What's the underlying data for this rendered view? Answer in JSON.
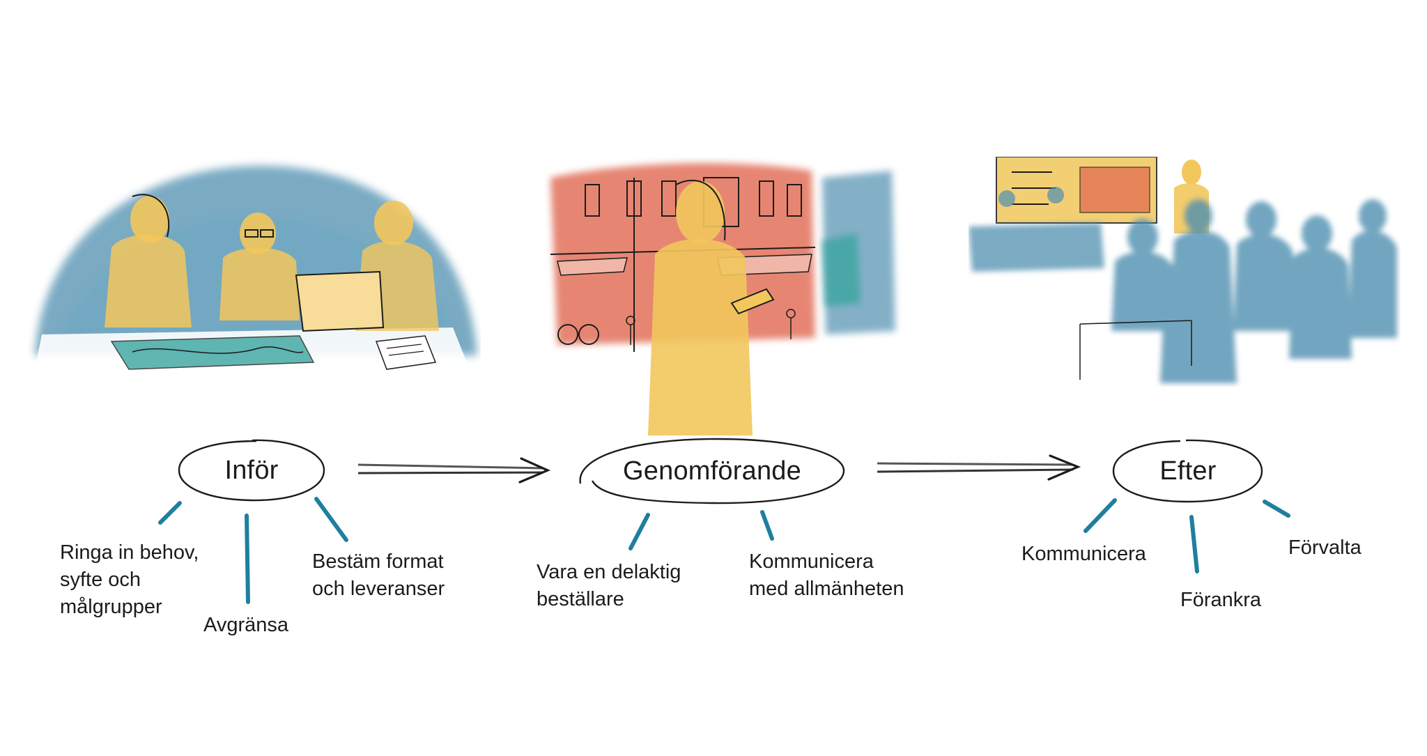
{
  "phases": [
    {
      "name": "Inför",
      "items": [
        "Ringa in behov,\nsyfte och\nmålgrupper",
        "Avgränsa",
        "Bestäm format\noch leveranser"
      ]
    },
    {
      "name": "Genomförande",
      "items": [
        "Vara en delaktig\nbeställare",
        "Kommunicera\nmed allmänheten"
      ]
    },
    {
      "name": "Efter",
      "items": [
        "Kommunicera",
        "Förankra",
        "Förvalta"
      ]
    }
  ],
  "colors": {
    "watercolor_blue": "#4f8fb0",
    "watercolor_yellow": "#f2c75c",
    "watercolor_red": "#e0674f",
    "watercolor_teal": "#3aa5a0",
    "tick_blue": "#1e7f9e",
    "ink": "#1b1b1b"
  },
  "illustrations": [
    {
      "icon": "meeting-table-scene-icon"
    },
    {
      "icon": "street-view-scene-icon"
    },
    {
      "icon": "presentation-audience-scene-icon"
    }
  ]
}
